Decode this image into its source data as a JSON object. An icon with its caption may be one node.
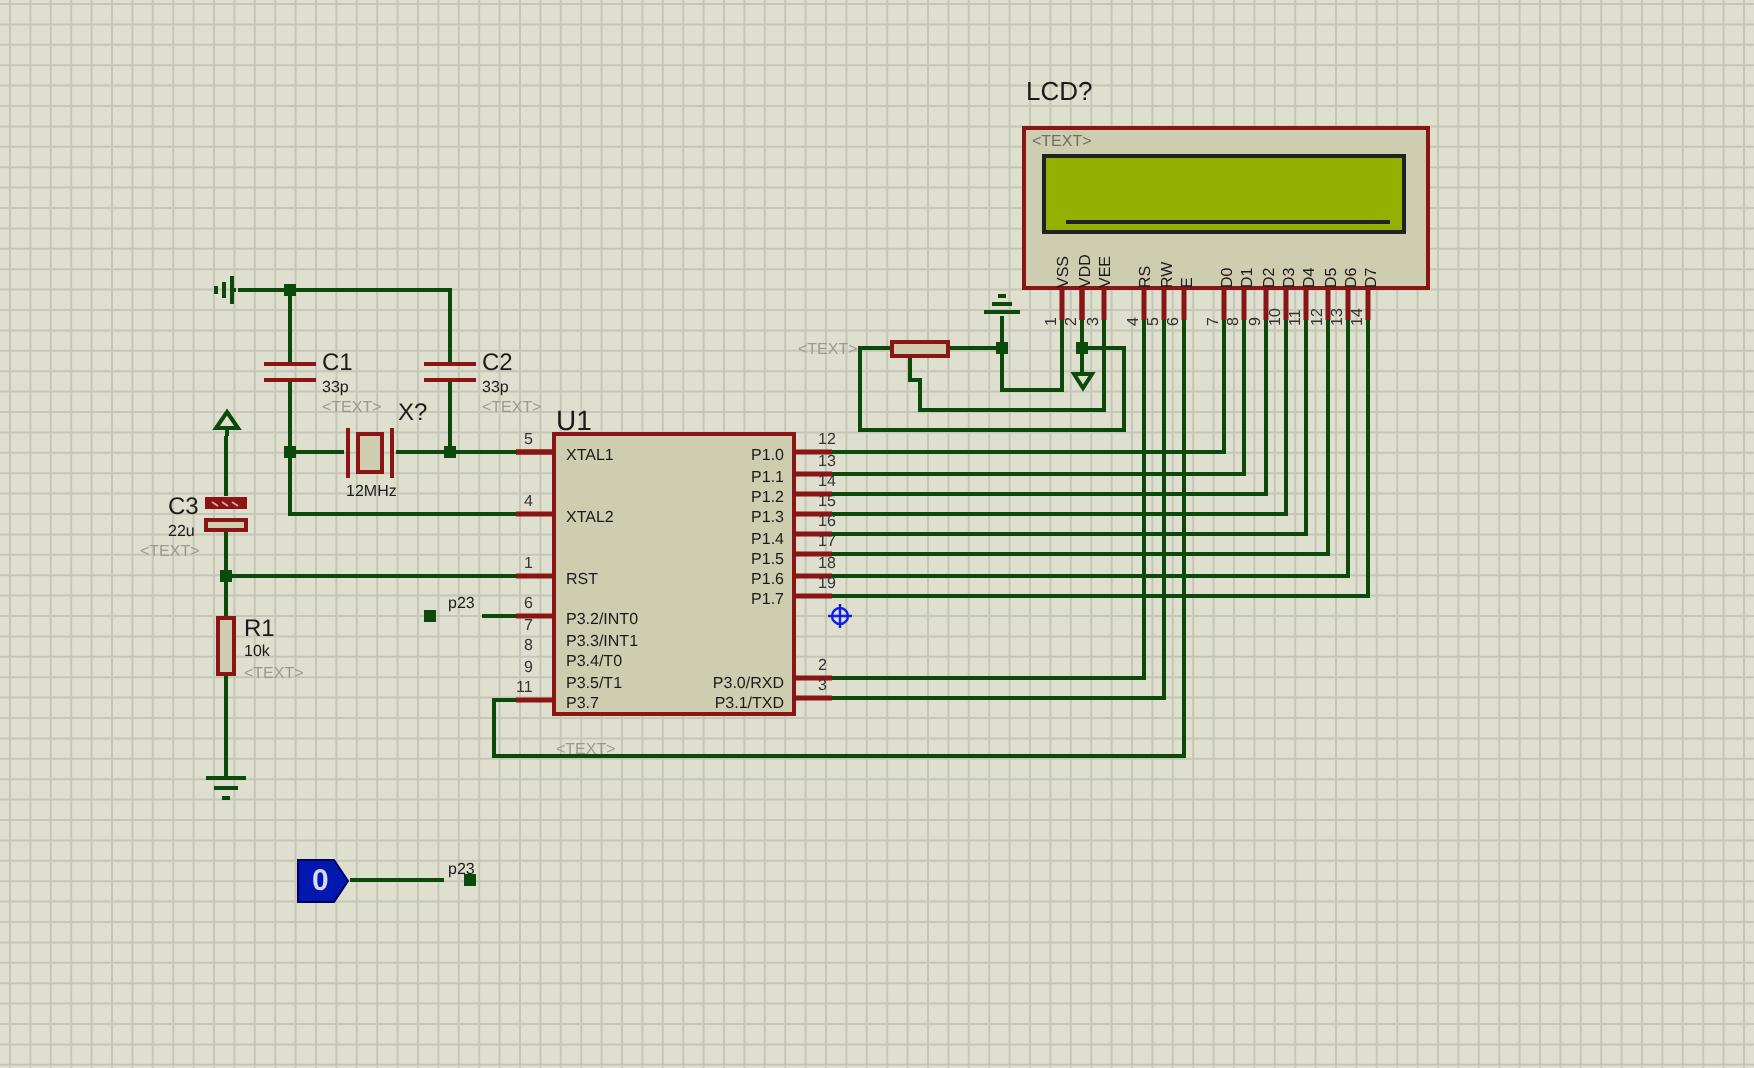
{
  "diagram": {
    "nodes": [
      {
        "text": [],
        "shape": "ground"
      },
      {
        "text": [
          "C1",
          "33p",
          "<TEXT>"
        ]
      },
      {
        "text": [
          "C2",
          "33p",
          "<TEXT>"
        ]
      },
      {
        "text": [
          "X?",
          "12MHz"
        ]
      },
      {
        "text": [],
        "shape": "triangle"
      },
      {
        "text": [
          "C3",
          "22u",
          "<TEXT>"
        ]
      },
      {
        "text": [
          "R1",
          "10k",
          "<TEXT>"
        ]
      },
      {
        "text": [],
        "shape": "ground"
      },
      {
        "text": [
          "U1",
          "XTAL1",
          "XTAL2",
          "RST",
          "P3.2/INT0",
          "P3.3/INT1",
          "P3.4/T0",
          "P3.5/T1",
          "P3.7",
          "P1.0",
          "P1.1",
          "P1.2",
          "P1.3",
          "P1.4",
          "P1.5",
          "P1.6",
          "P1.7",
          "P3.0/RXD",
          "P3.1/TXD",
          "<TEXT>"
        ]
      },
      {
        "text": [
          "<TEXT>"
        ]
      },
      {
        "text": [],
        "shape": "ground"
      },
      {
        "text": [],
        "shape": "triangle"
      },
      {
        "text": [
          "LCD?",
          "<TEXT>",
          "VSS",
          "VDD",
          "VEE",
          "RS",
          "RW",
          "E",
          "D0",
          "D1",
          "D2",
          "D3",
          "D4",
          "D5",
          "D6",
          "D7"
        ]
      },
      {
        "text": [
          "0"
        ]
      },
      {
        "text": [
          "p23"
        ]
      },
      {
        "text": [
          "p23"
        ]
      }
    ],
    "edges": [
      {
        "from": 0,
        "to": 1,
        "arrow": "none"
      },
      {
        "from": 1,
        "to": 2,
        "arrow": "none"
      },
      {
        "from": 1,
        "to": 3,
        "arrow": "none"
      },
      {
        "from": 3,
        "to": 8,
        "arrow": "none"
      },
      {
        "from": 2,
        "to": 8,
        "arrow": "none"
      },
      {
        "from": 1,
        "to": 8,
        "arrow": "none"
      },
      {
        "from": 4,
        "to": 5,
        "arrow": "none"
      },
      {
        "from": 5,
        "to": 6,
        "arrow": "none"
      },
      {
        "from": 5,
        "to": 8,
        "arrow": "none"
      },
      {
        "from": 6,
        "to": 7,
        "arrow": "none"
      },
      {
        "from": 14,
        "to": 8,
        "arrow": "none"
      },
      {
        "from": 13,
        "to": 15,
        "arrow": "none"
      },
      {
        "from": 9,
        "to": 12,
        "arrow": "none"
      },
      {
        "from": 9,
        "to": 10,
        "arrow": "none"
      },
      {
        "from": 10,
        "to": 12,
        "arrow": "none"
      },
      {
        "from": 9,
        "to": 12,
        "arrow": "none"
      },
      {
        "from": 11,
        "to": 12,
        "arrow": "none"
      },
      {
        "from": 8,
        "to": 12,
        "arrow": "none"
      },
      {
        "from": 8,
        "to": 12,
        "arrow": "none"
      },
      {
        "from": 8,
        "to": 12,
        "arrow": "none"
      },
      {
        "from": 8,
        "to": 12,
        "arrow": "none"
      },
      {
        "from": 8,
        "to": 12,
        "arrow": "none"
      },
      {
        "from": 8,
        "to": 12,
        "arrow": "none"
      },
      {
        "from": 8,
        "to": 12,
        "arrow": "none"
      },
      {
        "from": 8,
        "to": 12,
        "arrow": "none"
      },
      {
        "from": 8,
        "to": 12,
        "arrow": "none"
      },
      {
        "from": 8,
        "to": 12,
        "arrow": "none"
      },
      {
        "from": 8,
        "to": 12,
        "arrow": "none"
      }
    ],
    "labels": [
      "5",
      "4",
      "1",
      "6",
      "7",
      "8",
      "9",
      "11",
      "12",
      "13",
      "14",
      "15",
      "16",
      "17",
      "18",
      "19",
      "2",
      "3",
      "1",
      "2",
      "3",
      "4",
      "5",
      "6",
      "7",
      "8",
      "9",
      "10",
      "11",
      "12",
      "13",
      "14"
    ]
  }
}
